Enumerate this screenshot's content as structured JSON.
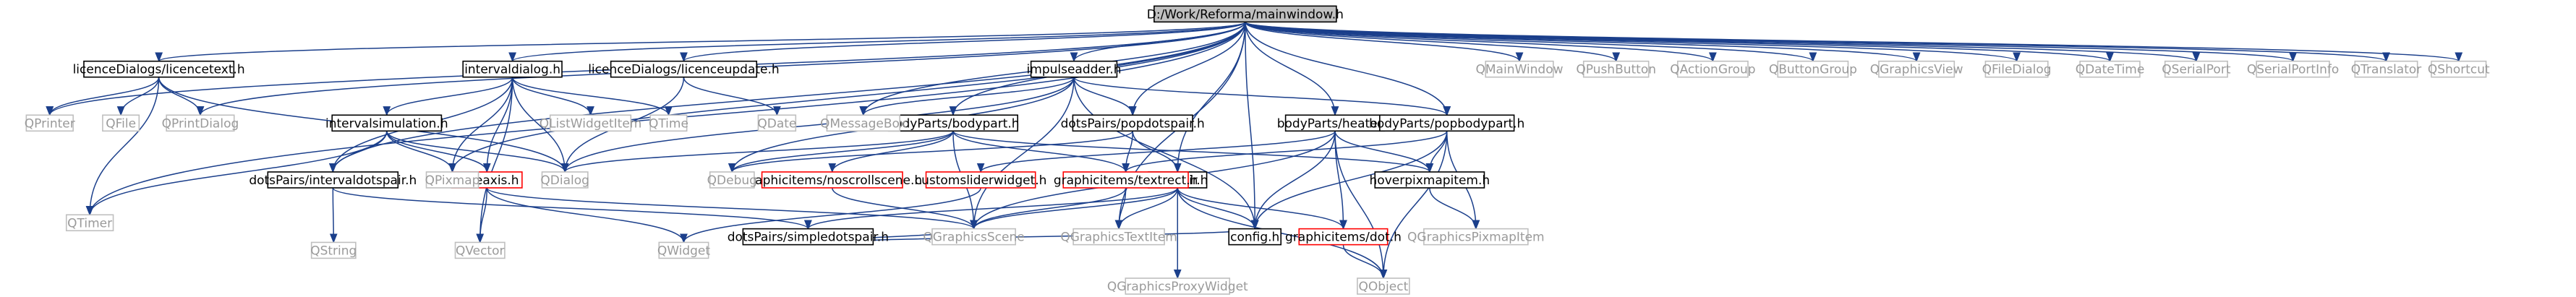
{
  "graph": {
    "colors": {
      "edge": "#1b3f8b",
      "truncated_border": "#ff0000",
      "external_text": "#9a9a9a",
      "root_fill": "#c0c0c0"
    },
    "nodes": [
      {
        "id": "mainwindow",
        "label": "D:/Work/Reforma/mainwindow.h",
        "kind": "root"
      },
      {
        "id": "licencetext",
        "label": "licenceDialogs/licencetext.h",
        "kind": "documented"
      },
      {
        "id": "intervaldialog",
        "label": "intervaldialog.h",
        "kind": "documented"
      },
      {
        "id": "licenceupdate",
        "label": "licenceDialogs/licenceupdate.h",
        "kind": "documented"
      },
      {
        "id": "impulseadder",
        "label": "impulseadder.h",
        "kind": "documented"
      },
      {
        "id": "heater",
        "label": "bodyParts/heater.h",
        "kind": "documented"
      },
      {
        "id": "popbodypart",
        "label": "bodyParts/popbodypart.h",
        "kind": "documented"
      },
      {
        "id": "bodypart",
        "label": "bodyParts/bodypart.h",
        "kind": "documented"
      },
      {
        "id": "popdotspair",
        "label": "dotsPairs/popdotspair.h",
        "kind": "documented"
      },
      {
        "id": "intervalsimulation",
        "label": "intervalsimulation.h",
        "kind": "documented"
      },
      {
        "id": "intervaldotspair",
        "label": "dotsPairs/intervaldotspair.h",
        "kind": "documented"
      },
      {
        "id": "dotspair",
        "label": "dotspair.h",
        "kind": "documented"
      },
      {
        "id": "hoverpixmapitem",
        "label": "hoverpixmapitem.h",
        "kind": "documented"
      },
      {
        "id": "simpledotspair",
        "label": "dotsPairs/simpledotspair.h",
        "kind": "documented"
      },
      {
        "id": "config",
        "label": "config.h",
        "kind": "documented"
      },
      {
        "id": "timeaxis",
        "label": "timeaxis.h",
        "kind": "truncated"
      },
      {
        "id": "noscrollscene",
        "label": "graphicitems/noscrollscene.h",
        "kind": "truncated"
      },
      {
        "id": "customsliderwidget",
        "label": "customsliderwidget.h",
        "kind": "truncated"
      },
      {
        "id": "textrect",
        "label": "graphicitems/textrect.h",
        "kind": "truncated"
      },
      {
        "id": "dot",
        "label": "graphicitems/dot.h",
        "kind": "truncated"
      },
      {
        "id": "QPrinter",
        "label": "QPrinter",
        "kind": "external"
      },
      {
        "id": "QFile",
        "label": "QFile",
        "kind": "external"
      },
      {
        "id": "QPrintDialog",
        "label": "QPrintDialog",
        "kind": "external"
      },
      {
        "id": "QTimer",
        "label": "QTimer",
        "kind": "external"
      },
      {
        "id": "QListWidgetItem",
        "label": "QListWidgetItem",
        "kind": "external"
      },
      {
        "id": "QTime",
        "label": "QTime",
        "kind": "external"
      },
      {
        "id": "QDate",
        "label": "QDate",
        "kind": "external"
      },
      {
        "id": "QMessageBox",
        "label": "QMessageBox",
        "kind": "external"
      },
      {
        "id": "QMainWindow",
        "label": "QMainWindow",
        "kind": "external"
      },
      {
        "id": "QPushButton",
        "label": "QPushButton",
        "kind": "external"
      },
      {
        "id": "QActionGroup",
        "label": "QActionGroup",
        "kind": "external"
      },
      {
        "id": "QButtonGroup",
        "label": "QButtonGroup",
        "kind": "external"
      },
      {
        "id": "QGraphicsView",
        "label": "QGraphicsView",
        "kind": "external"
      },
      {
        "id": "QFileDialog",
        "label": "QFileDialog",
        "kind": "external"
      },
      {
        "id": "QDateTime",
        "label": "QDateTime",
        "kind": "external"
      },
      {
        "id": "QSerialPort",
        "label": "QSerialPort",
        "kind": "external"
      },
      {
        "id": "QSerialPortInfo",
        "label": "QSerialPortInfo",
        "kind": "external"
      },
      {
        "id": "QTranslator",
        "label": "QTranslator",
        "kind": "external"
      },
      {
        "id": "QShortcut",
        "label": "QShortcut",
        "kind": "external"
      },
      {
        "id": "QPixmap",
        "label": "QPixmap",
        "kind": "external"
      },
      {
        "id": "QDialog",
        "label": "QDialog",
        "kind": "external"
      },
      {
        "id": "QDebug",
        "label": "QDebug",
        "kind": "external"
      },
      {
        "id": "QString",
        "label": "QString",
        "kind": "external"
      },
      {
        "id": "QVector",
        "label": "QVector",
        "kind": "external"
      },
      {
        "id": "QWidget",
        "label": "QWidget",
        "kind": "external"
      },
      {
        "id": "QGraphicsScene",
        "label": "QGraphicsScene",
        "kind": "external"
      },
      {
        "id": "QGraphicsTextItem",
        "label": "QGraphicsTextItem",
        "kind": "external"
      },
      {
        "id": "QGraphicsProxyWidget",
        "label": "QGraphicsProxyWidget",
        "kind": "external"
      },
      {
        "id": "QGraphicsPixmapItem",
        "label": "QGraphicsPixmapItem",
        "kind": "external"
      },
      {
        "id": "QObject",
        "label": "QObject",
        "kind": "external"
      }
    ],
    "edges": [
      [
        "mainwindow",
        "licencetext"
      ],
      [
        "mainwindow",
        "QPrinter"
      ],
      [
        "mainwindow",
        "QPrintDialog"
      ],
      [
        "mainwindow",
        "QTimer"
      ],
      [
        "mainwindow",
        "intervaldialog"
      ],
      [
        "mainwindow",
        "licenceupdate"
      ],
      [
        "mainwindow",
        "impulseadder"
      ],
      [
        "mainwindow",
        "QMessageBox"
      ],
      [
        "mainwindow",
        "heater"
      ],
      [
        "mainwindow",
        "popbodypart"
      ],
      [
        "mainwindow",
        "popdotspair"
      ],
      [
        "mainwindow",
        "bodypart"
      ],
      [
        "mainwindow",
        "config"
      ],
      [
        "mainwindow",
        "dotspair"
      ],
      [
        "mainwindow",
        "QMainWindow"
      ],
      [
        "mainwindow",
        "QPushButton"
      ],
      [
        "mainwindow",
        "QActionGroup"
      ],
      [
        "mainwindow",
        "QButtonGroup"
      ],
      [
        "mainwindow",
        "QGraphicsView"
      ],
      [
        "mainwindow",
        "QFileDialog"
      ],
      [
        "mainwindow",
        "QDateTime"
      ],
      [
        "mainwindow",
        "QSerialPort"
      ],
      [
        "mainwindow",
        "QSerialPortInfo"
      ],
      [
        "mainwindow",
        "QTranslator"
      ],
      [
        "mainwindow",
        "QShortcut"
      ],
      [
        "mainwindow",
        "intervaldotspair"
      ],
      [
        "mainwindow",
        "QPixmap"
      ],
      [
        "mainwindow",
        "QGraphicsTextItem"
      ],
      [
        "licencetext",
        "QPrinter"
      ],
      [
        "licencetext",
        "QFile"
      ],
      [
        "licencetext",
        "QPrintDialog"
      ],
      [
        "licencetext",
        "QTimer"
      ],
      [
        "licencetext",
        "QDialog"
      ],
      [
        "intervaldialog",
        "intervalsimulation"
      ],
      [
        "intervaldialog",
        "QListWidgetItem"
      ],
      [
        "intervaldialog",
        "QTime"
      ],
      [
        "intervaldialog",
        "QDialog"
      ],
      [
        "intervaldialog",
        "timeaxis"
      ],
      [
        "intervaldialog",
        "intervaldotspair"
      ],
      [
        "intervaldialog",
        "QVector"
      ],
      [
        "intervaldialog",
        "QPixmap"
      ],
      [
        "intervalsimulation",
        "QTimer"
      ],
      [
        "intervalsimulation",
        "intervaldotspair"
      ],
      [
        "intervalsimulation",
        "QPixmap"
      ],
      [
        "intervalsimulation",
        "timeaxis"
      ],
      [
        "intervalsimulation",
        "QDialog"
      ],
      [
        "licenceupdate",
        "QDate"
      ],
      [
        "licenceupdate",
        "QDialog"
      ],
      [
        "impulseadder",
        "QMessageBox"
      ],
      [
        "impulseadder",
        "popdotspair"
      ],
      [
        "impulseadder",
        "popbodypart"
      ],
      [
        "impulseadder",
        "config"
      ],
      [
        "impulseadder",
        "QDialog"
      ],
      [
        "impulseadder",
        "QDebug"
      ],
      [
        "impulseadder",
        "QGraphicsScene"
      ],
      [
        "bodypart",
        "QDebug"
      ],
      [
        "bodypart",
        "noscrollscene"
      ],
      [
        "bodypart",
        "textrect"
      ],
      [
        "bodypart",
        "hoverpixmapitem"
      ],
      [
        "bodypart",
        "QGraphicsScene"
      ],
      [
        "bodypart",
        "QDialog"
      ],
      [
        "popdotspair",
        "dotspair"
      ],
      [
        "popdotspair",
        "textrect"
      ],
      [
        "popdotspair",
        "QDebug"
      ],
      [
        "heater",
        "customsliderwidget"
      ],
      [
        "heater",
        "config"
      ],
      [
        "heater",
        "hoverpixmapitem"
      ],
      [
        "heater",
        "dot"
      ],
      [
        "heater",
        "QObject"
      ],
      [
        "heater",
        "QGraphicsScene"
      ],
      [
        "heater",
        "popbodypart"
      ],
      [
        "popbodypart",
        "hoverpixmapitem"
      ],
      [
        "popbodypart",
        "QGraphicsPixmapItem"
      ],
      [
        "popbodypart",
        "QObject"
      ],
      [
        "popbodypart",
        "textrect"
      ],
      [
        "popbodypart",
        "config"
      ],
      [
        "intervaldotspair",
        "QString"
      ],
      [
        "intervaldotspair",
        "simpledotspair"
      ],
      [
        "timeaxis",
        "QVector"
      ],
      [
        "timeaxis",
        "QWidget"
      ],
      [
        "timeaxis",
        "QGraphicsScene"
      ],
      [
        "noscrollscene",
        "QGraphicsScene"
      ],
      [
        "customsliderwidget",
        "QWidget"
      ],
      [
        "textrect",
        "QGraphicsScene"
      ],
      [
        "textrect",
        "QGraphicsTextItem"
      ],
      [
        "dotspair",
        "simpledotspair"
      ],
      [
        "dotspair",
        "config"
      ],
      [
        "dotspair",
        "dot"
      ],
      [
        "dotspair",
        "QGraphicsScene"
      ],
      [
        "dotspair",
        "QGraphicsTextItem"
      ],
      [
        "dotspair",
        "QGraphicsProxyWidget"
      ],
      [
        "dotspair",
        "QObject"
      ],
      [
        "simpledotspair",
        "config"
      ],
      [
        "simpledotspair",
        "QGraphicsScene"
      ],
      [
        "hoverpixmapitem",
        "QGraphicsPixmapItem"
      ],
      [
        "dot",
        "QObject"
      ]
    ]
  }
}
